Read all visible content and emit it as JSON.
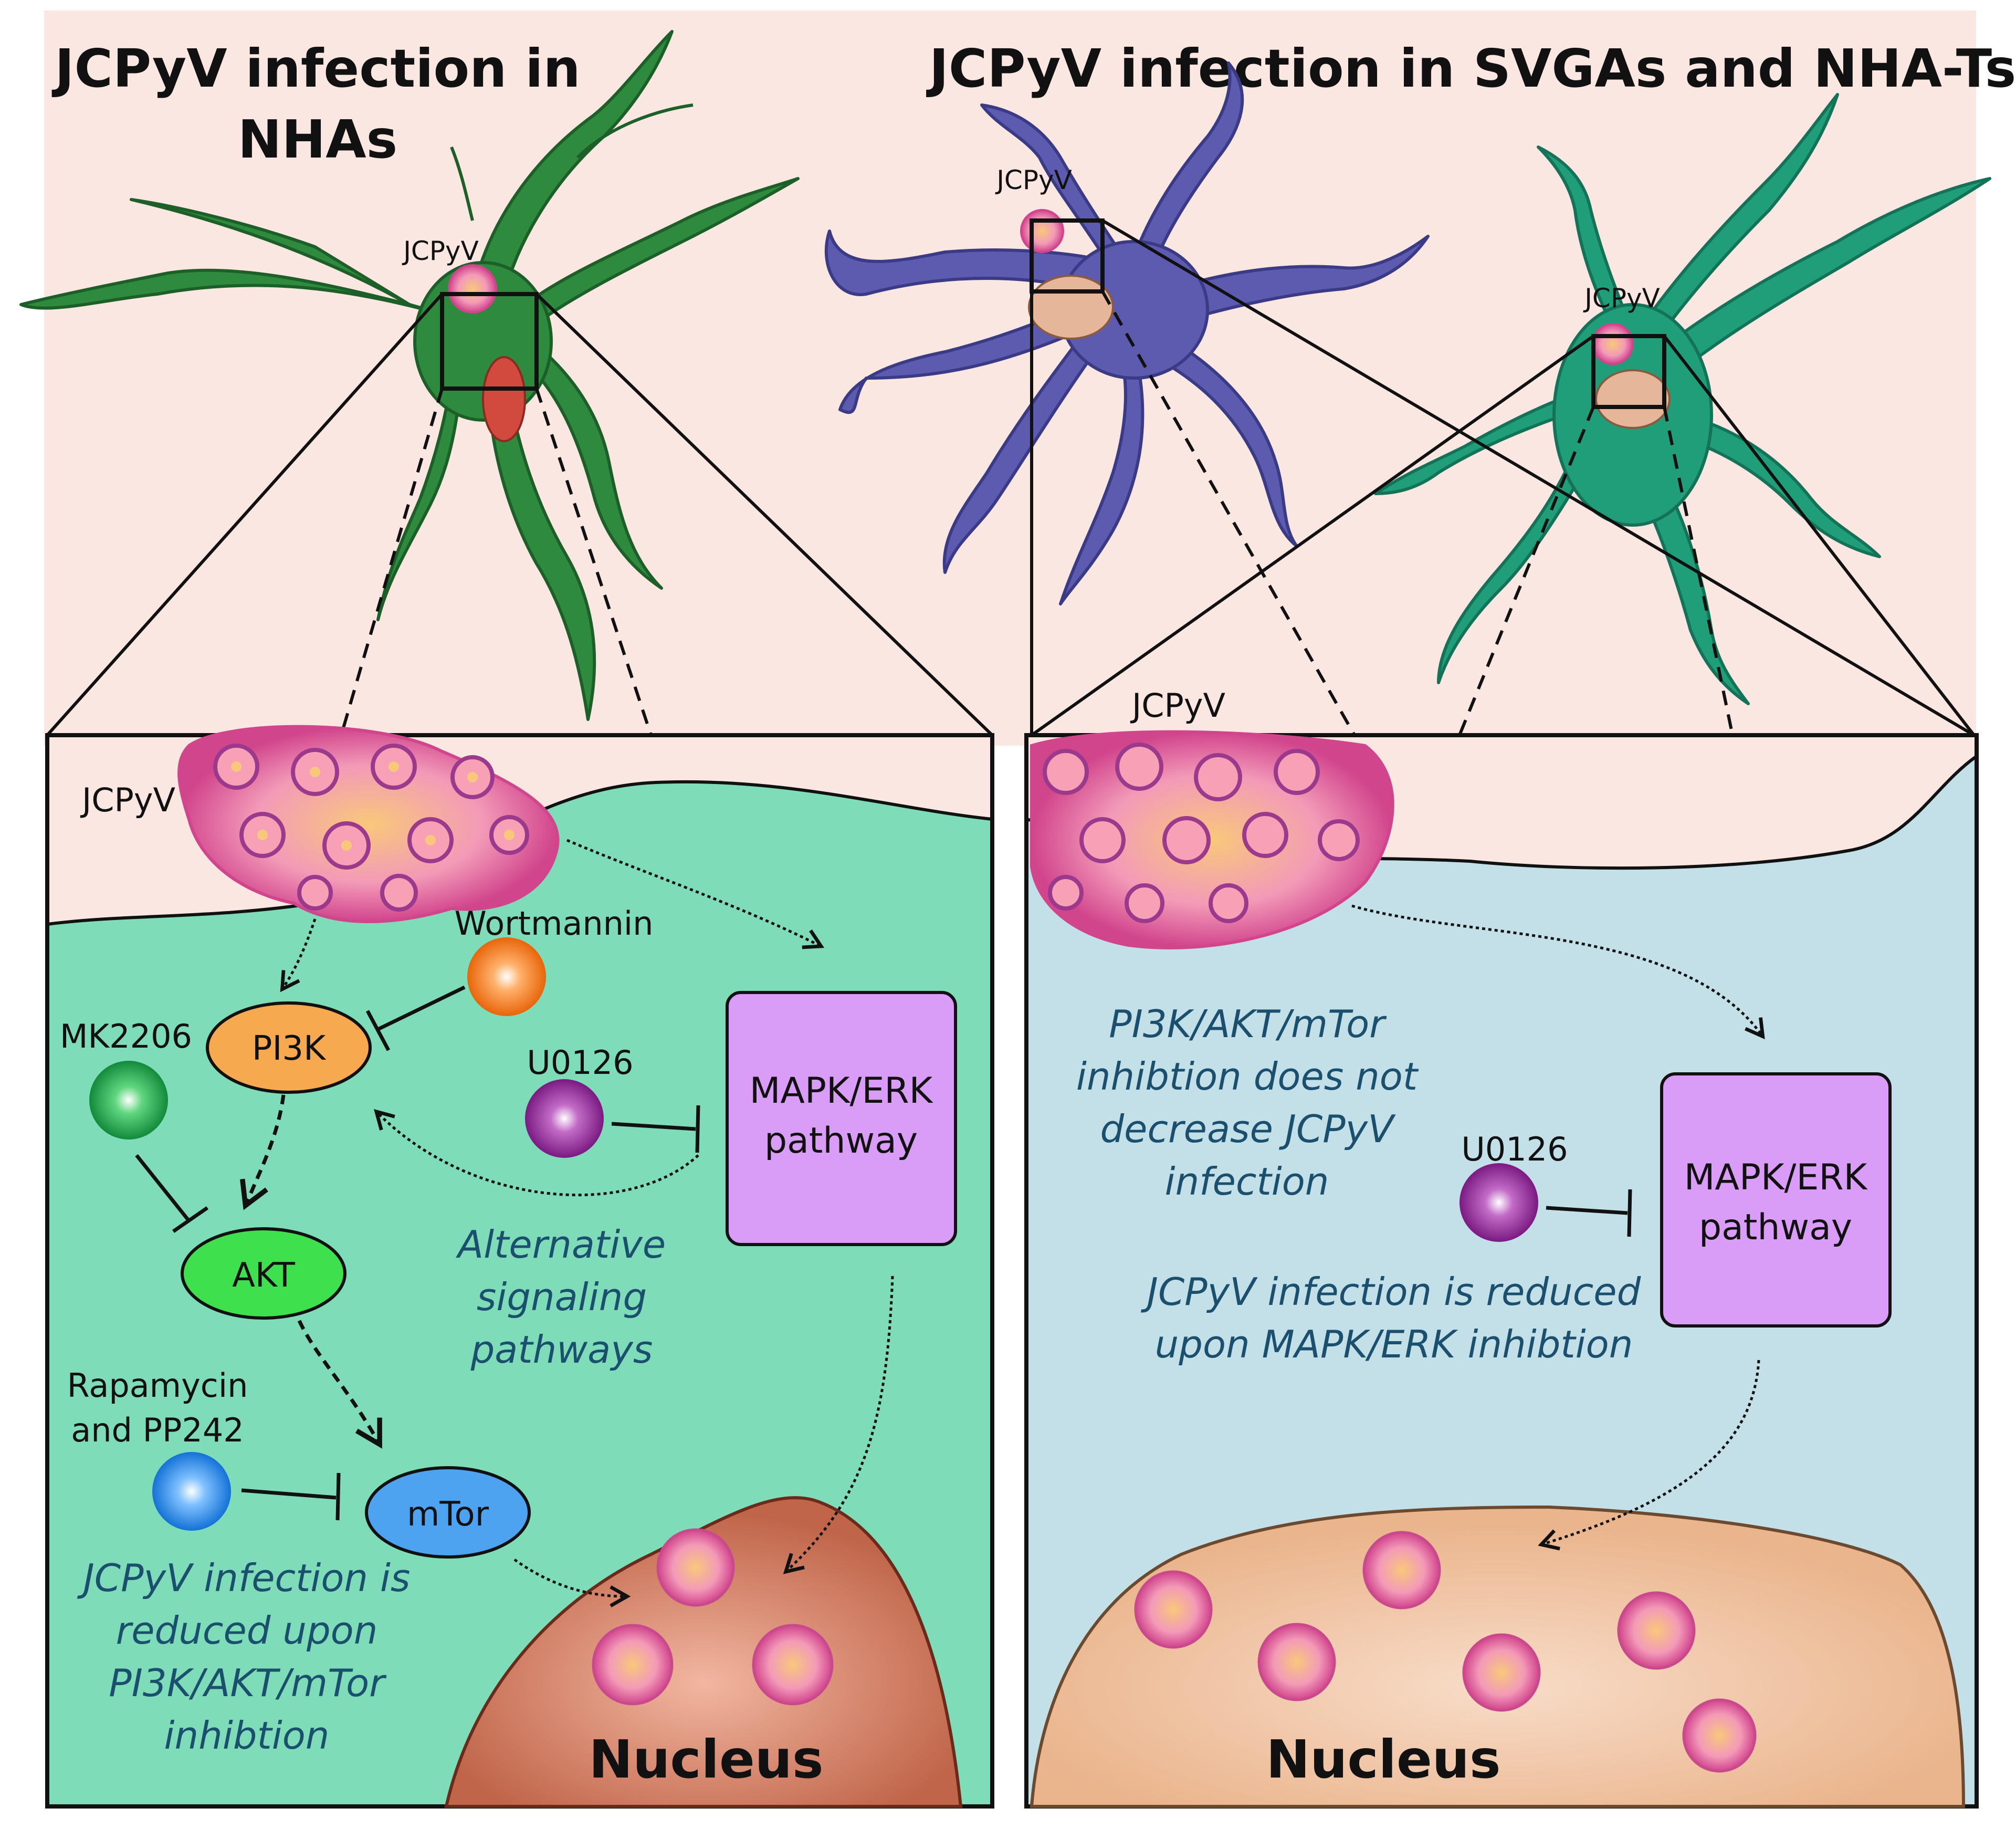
{
  "left_panel": {
    "title_lines": [
      "JCPyV infection in",
      "NHAs"
    ],
    "cell_virus_label": "JCPyV",
    "zoom_virus_label": "JCPyV",
    "nodes": {
      "pi3k": "PI3K",
      "akt": "AKT",
      "mtor": "mTor",
      "mapk_lines": [
        "MAPK/ERK",
        "pathway"
      ]
    },
    "inhibitors": {
      "wortmannin": "Wortmannin",
      "mk2206": "MK2206",
      "u0126": "U0126",
      "rapamycin_lines": [
        "Rapamycin",
        "and PP242"
      ]
    },
    "alt_note_lines": [
      "Alternative",
      "signaling",
      "pathways"
    ],
    "result_note_lines": [
      "JCPyV infection is",
      "reduced upon",
      "PI3K/AKT/mTor",
      "inhibtion"
    ],
    "nucleus": "Nucleus"
  },
  "right_panel": {
    "title": "JCPyV infection in SVGAs and NHA-Ts",
    "cell_virus_label_1": "JCPyV",
    "cell_virus_label_2": "JCPyV",
    "zoom_virus_label": "JCPyV",
    "mapk_lines": [
      "MAPK/ERK",
      "pathway"
    ],
    "u0126": "U0126",
    "pi3k_note_lines": [
      "PI3K/AKT/mTor",
      "inhibtion does not",
      "decrease JCPyV",
      "infection"
    ],
    "mapk_note_lines": [
      "JCPyV infection is reduced",
      "upon MAPK/ERK inhibtion"
    ],
    "nucleus": "Nucleus"
  },
  "colors": {
    "background": "#fbe7e1",
    "green_cell": "#2e8b3e",
    "teal_cell": "#1f9e79",
    "purple_cell": "#5c5bb0",
    "left_cytoplasm": "#7fdcb8",
    "right_cytoplasm": "#c3dfe8",
    "left_nucleus": "#c0654a",
    "right_nucleus": "#eab48c",
    "pi3k": "#f6a94e",
    "akt": "#3ee04d",
    "mtor": "#4ea3f0",
    "mapk": "#d99cf7",
    "note_text": "#1b4f6e"
  }
}
